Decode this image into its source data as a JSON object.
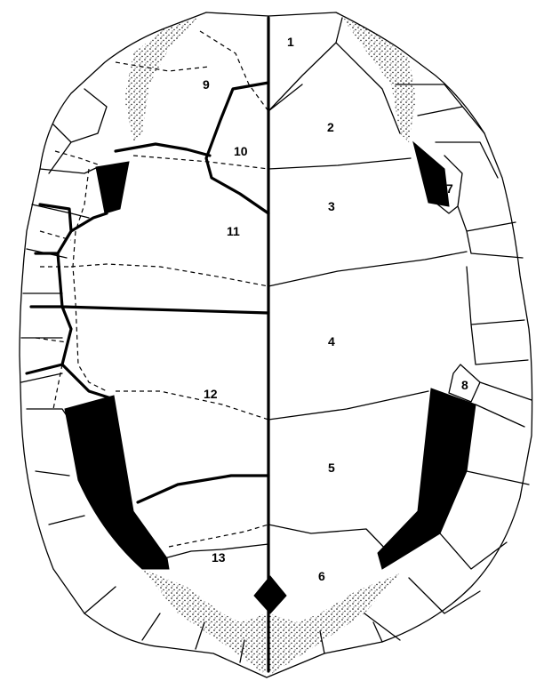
{
  "diagram": {
    "labels": [
      {
        "id": "p1",
        "text": "1"
      },
      {
        "id": "p2",
        "text": "2"
      },
      {
        "id": "p3",
        "text": "3"
      },
      {
        "id": "p4",
        "text": "4"
      },
      {
        "id": "p5",
        "text": "5"
      },
      {
        "id": "p6",
        "text": "6"
      },
      {
        "id": "p7",
        "text": "7"
      },
      {
        "id": "p8",
        "text": "8"
      },
      {
        "id": "p9",
        "text": "9"
      },
      {
        "id": "p10",
        "text": "10"
      },
      {
        "id": "p11",
        "text": "11"
      },
      {
        "id": "p12",
        "text": "12"
      },
      {
        "id": "p13",
        "text": "13"
      }
    ]
  }
}
